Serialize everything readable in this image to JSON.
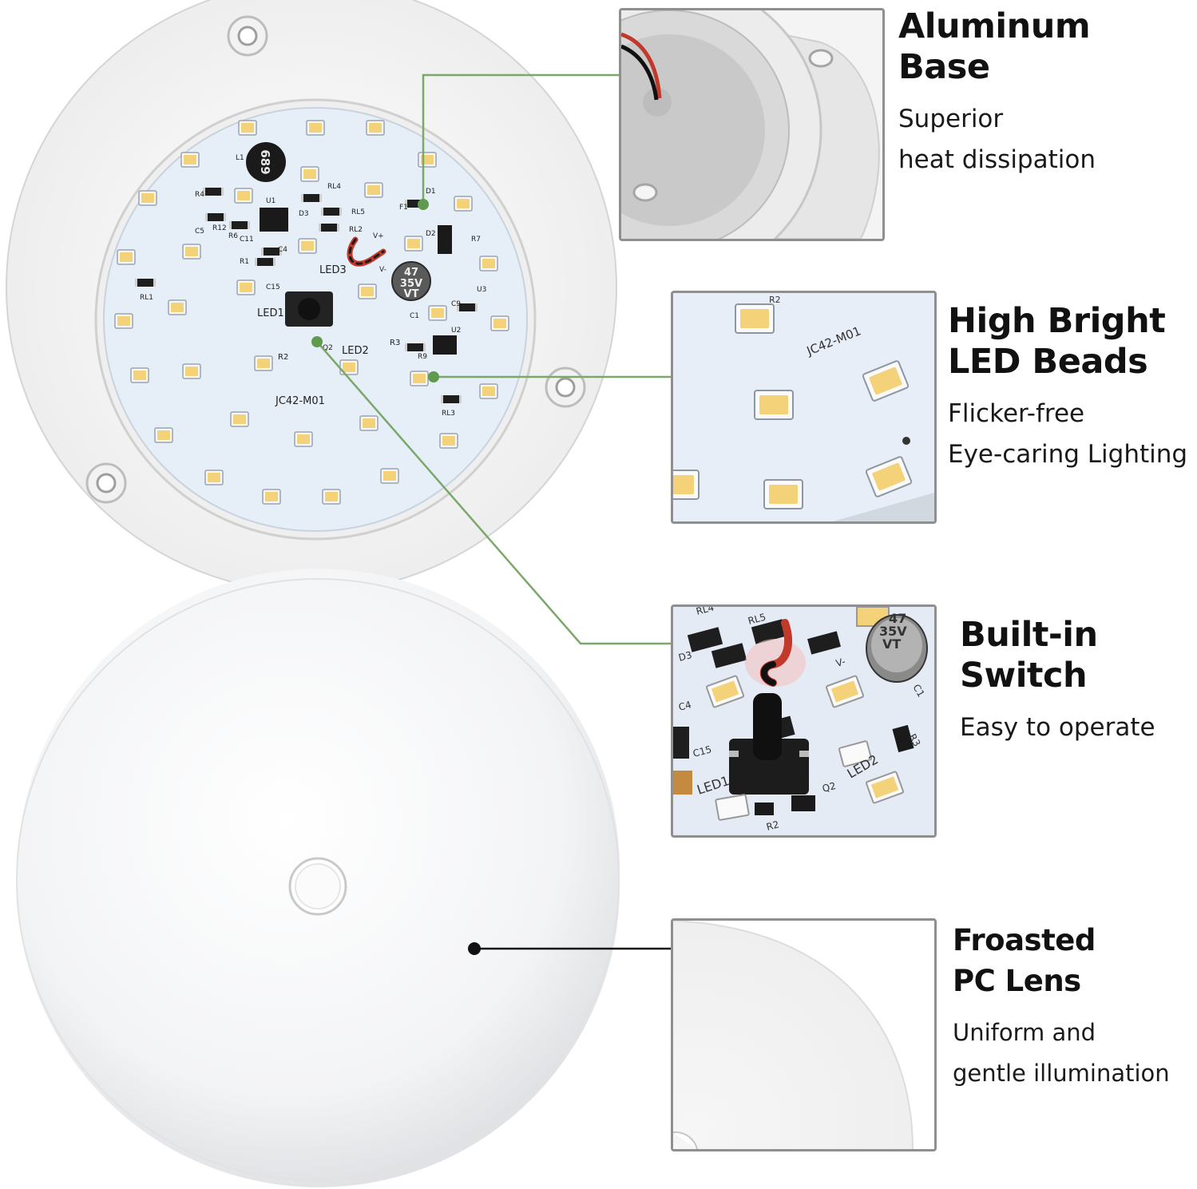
{
  "features": [
    {
      "id": "aluminum-base",
      "title_lines": [
        "Aluminum",
        "Base"
      ],
      "desc_lines": [
        "Superior",
        "heat dissipation"
      ]
    },
    {
      "id": "led-beads",
      "title_lines": [
        "High Bright",
        "LED Beads"
      ],
      "desc_lines": [
        "Flicker-free",
        "Eye-caring Lighting"
      ]
    },
    {
      "id": "built-in-switch",
      "title_lines": [
        "Built-in",
        "Switch"
      ],
      "desc_lines": [
        "Easy to operate"
      ]
    },
    {
      "id": "pc-lens",
      "title_lines": [
        "Froasted",
        "PC Lens"
      ],
      "desc_lines": [
        "Uniform and",
        "gentle illumination"
      ]
    }
  ],
  "board": {
    "model_label": "JC42-M01",
    "component_labels": [
      "LED1",
      "LED2",
      "LED3",
      "R2",
      "R3",
      "Q2",
      "U1",
      "U2",
      "U3",
      "D1",
      "D2",
      "D3",
      "F1",
      "C1",
      "C4",
      "C5",
      "C9",
      "C11",
      "C15",
      "R1",
      "R4",
      "R6",
      "R7",
      "R9",
      "R12",
      "RL1",
      "RL2",
      "RL3",
      "RL4",
      "RL5",
      "L1",
      "V+",
      "V-"
    ],
    "capacitor_label": [
      "47",
      "35V",
      "VT"
    ],
    "inductor_label": "689"
  },
  "colors": {
    "callout_line": "#7aa86a",
    "lens_callout_line": "#111111",
    "panel_border": "#8f8f8f",
    "board": "#e6eef8",
    "led": "#f3d27a"
  }
}
